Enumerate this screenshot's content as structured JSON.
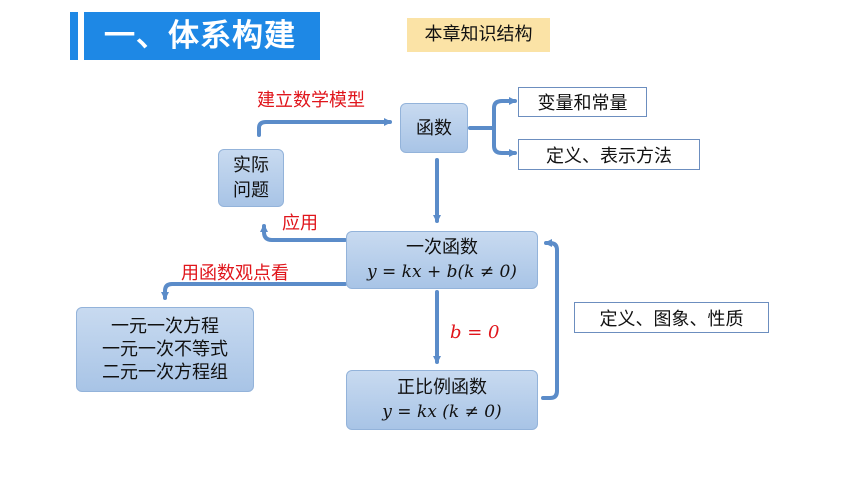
{
  "header": {
    "title": "一、体系构建",
    "tag": "本章知识结构"
  },
  "nodes": {
    "function": "函数",
    "practical": [
      "实际",
      "问题"
    ],
    "linear": {
      "name": "一次函数",
      "formula": "y = kx + b(k ≠ 0)"
    },
    "proportional": {
      "name": "正比例函数",
      "formula": "y = kx (k ≠ 0)"
    },
    "equations": [
      "一元一次方程",
      "一元一次不等式",
      "二元一次方程组"
    ]
  },
  "side_boxes": {
    "variables": "变量和常量",
    "definition": "定义、表示方法",
    "properties": "定义、图象、性质"
  },
  "edge_labels": {
    "build_model": "建立数学模型",
    "apply": "应用",
    "function_view": "用函数观点看",
    "b_zero": "b = 0"
  },
  "colors": {
    "accent": "#1e88e5",
    "tag_bg": "#fbe3a6",
    "arrow": "#5b8cc9",
    "label_red": "#e0151b"
  }
}
